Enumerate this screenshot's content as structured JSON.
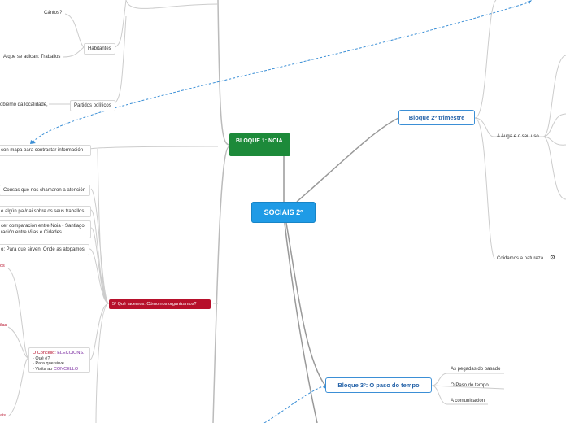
{
  "central": {
    "label": "SOCIAIS 2º"
  },
  "bloque1": {
    "label": "BLOQUE 1: NOIA"
  },
  "bloque2": {
    "label": "Bloque 2º trimestre",
    "children": [
      "A Auga e o seu uso",
      "Coidamos a natureza"
    ]
  },
  "bloque3": {
    "label": "Bloque 3º: O paso do tempo",
    "children": [
      "As pegadas do pasado",
      "O Paso do tempo",
      "A comunicación"
    ]
  },
  "left_top": {
    "cantos": "Cántos?",
    "habitantes": "Habitantes",
    "adican": "A que se adican: Traballos",
    "goberno": "obierno da localidade,",
    "partidos": "Partidos políticos"
  },
  "left_mid": {
    "mapa": "con mapa para contrastar información",
    "cousas": "Cousas que nos chamaron a atención",
    "paiNai": "e algún pai/nai sobre os seus traballos",
    "comparacion_1": "cer comparación entre Noia - Santiago",
    "comparacion_2": "ración entre Vilas e Cidades",
    "sirven": "o: Para que sirven. Onde as atopamos.",
    "organizamos": "5º Qué facemos: Cómo nos organizamos?"
  },
  "concello": {
    "prefix": "O Concello: ",
    "elections": "ELECCIONS.",
    "line2": "- Qué é?",
    "line3": "- Para que sirve.",
    "line4_prefix": "- Visita ao ",
    "line4_hl": "CONCELLO"
  },
  "edge_fragments": [
    "os",
    "ilas",
    "ais"
  ],
  "colors": {
    "central": "#1f9be6",
    "bloque1": "#1d8a3a",
    "organizamos": "#b7102b",
    "bloque_border": "#3b8fd6",
    "dashed_link": "#3b8fd6"
  },
  "icons": {
    "coidamos": "gear-arrow-icon"
  }
}
